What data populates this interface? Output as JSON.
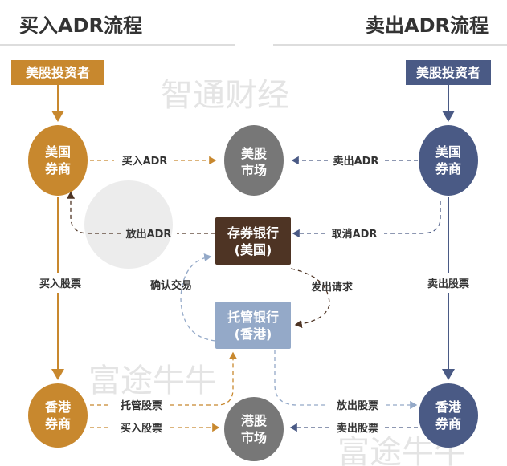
{
  "titles": {
    "buy": "买入ADR流程",
    "sell": "卖出ADR流程"
  },
  "investor_box": {
    "buy": "美股投资者",
    "sell": "美股投资者"
  },
  "nodes": {
    "us_broker": [
      "美国",
      "券商"
    ],
    "us_market": [
      "美股",
      "市场"
    ],
    "deposit_bank": [
      "存券银行",
      "(美国)"
    ],
    "custody_bank": [
      "托管银行",
      "(香港)"
    ],
    "hk_broker": [
      "香港",
      "券商"
    ],
    "hk_market": [
      "港股",
      "市场"
    ]
  },
  "edges": {
    "buy_adr": "买入ADR",
    "sell_adr": "卖出ADR",
    "release_adr": "放出ADR",
    "cancel_adr": "取消ADR",
    "buy_stock_left": "买入股票",
    "sell_stock_right": "卖出股票",
    "confirm_trade": "确认交易",
    "send_request": "发出请求",
    "custody_stock": "托管股票",
    "buy_stock": "买入股票",
    "release_stock": "放出股票",
    "sell_stock": "卖出股票"
  },
  "watermarks": {
    "a": "智通财经",
    "b": "富途牛牛",
    "c": "富途牛牛"
  },
  "colors": {
    "buy": "#C8882E",
    "sell": "#4A5A85",
    "market": "#777777",
    "deposit": "#4E3424",
    "custody": "#94A9C8"
  }
}
